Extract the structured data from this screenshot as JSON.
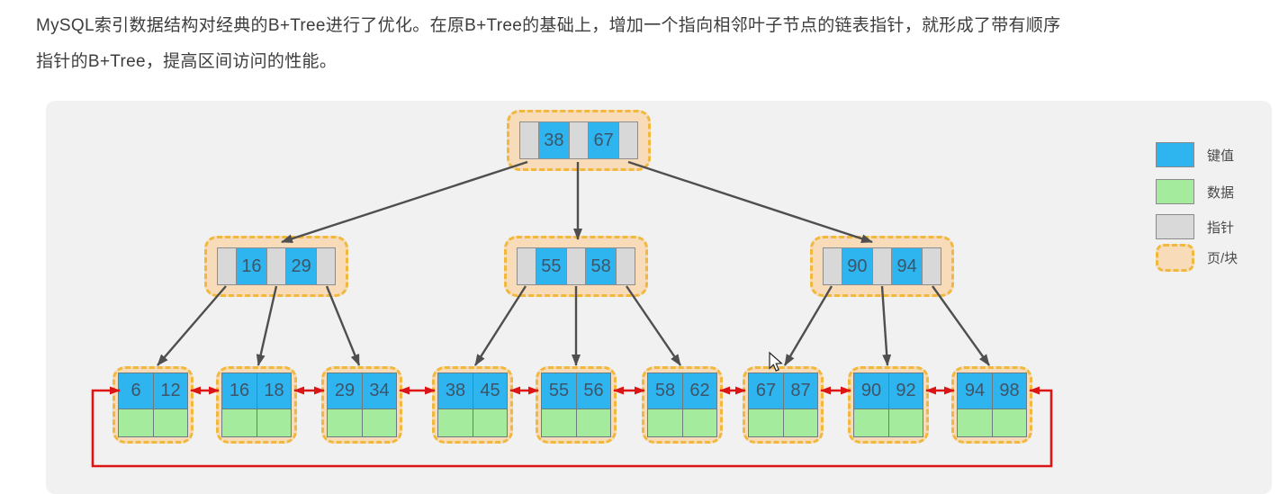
{
  "description": {
    "line1": "MySQL索引数据结构对经典的B+Tree进行了优化。在原B+Tree的基础上，增加一个指向相邻叶子节点的链表指针，就形成了带有顺序",
    "line2": "指针的B+Tree，提高区间访问的性能。"
  },
  "tree": {
    "root": {
      "keys": [
        "38",
        "67"
      ]
    },
    "internal_nodes": [
      {
        "keys": [
          "16",
          "29"
        ]
      },
      {
        "keys": [
          "55",
          "58"
        ]
      },
      {
        "keys": [
          "90",
          "94"
        ]
      }
    ],
    "leaf_nodes": [
      {
        "keys": [
          "6",
          "12"
        ]
      },
      {
        "keys": [
          "16",
          "18"
        ]
      },
      {
        "keys": [
          "29",
          "34"
        ]
      },
      {
        "keys": [
          "38",
          "45"
        ]
      },
      {
        "keys": [
          "55",
          "56"
        ]
      },
      {
        "keys": [
          "58",
          "62"
        ]
      },
      {
        "keys": [
          "67",
          "87"
        ]
      },
      {
        "keys": [
          "90",
          "92"
        ]
      },
      {
        "keys": [
          "94",
          "98"
        ]
      }
    ]
  },
  "legend": {
    "items": [
      {
        "label": "键值",
        "color": "#2eb5ef"
      },
      {
        "label": "数据",
        "color": "#a5eb9e"
      },
      {
        "label": "指针",
        "color": "#d9d9d9"
      },
      {
        "label": "页/块",
        "color": "#f8dcba"
      }
    ]
  },
  "colors": {
    "key_cell": "#2eb5ef",
    "data_cell": "#a5eb9e",
    "pointer_cell": "#d9d9d9",
    "page_block_fill": "#f8dcba",
    "page_block_border": "#f0b83c",
    "tree_arrow": "#4f4f4f",
    "linked_list_arrow": "#dc1413",
    "panel_background": "#f1f1f2"
  }
}
